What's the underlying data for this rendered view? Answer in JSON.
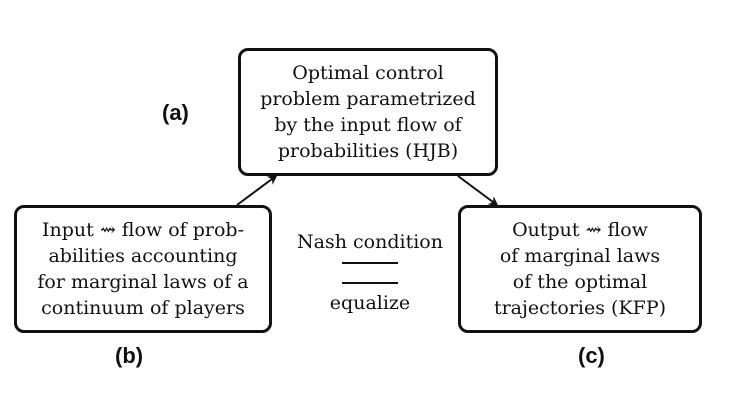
{
  "diagram": {
    "box_a": {
      "lines": [
        "Optimal control",
        "problem parametrized",
        "by the input flow of",
        "probabilities (HJB)"
      ]
    },
    "box_b": {
      "lines": [
        "Input ⇝ flow of prob-",
        "abilities accounting",
        "for marginal laws of a",
        "continuum of players"
      ]
    },
    "box_c": {
      "lines": [
        "Output ⇝ flow",
        "of marginal laws",
        "of the optimal",
        "trajectories (KFP)"
      ]
    },
    "labels": {
      "a": "(a)",
      "b": "(b)",
      "c": "(c)"
    },
    "center": {
      "nash": "Nash condition",
      "equalize": "equalize"
    }
  }
}
